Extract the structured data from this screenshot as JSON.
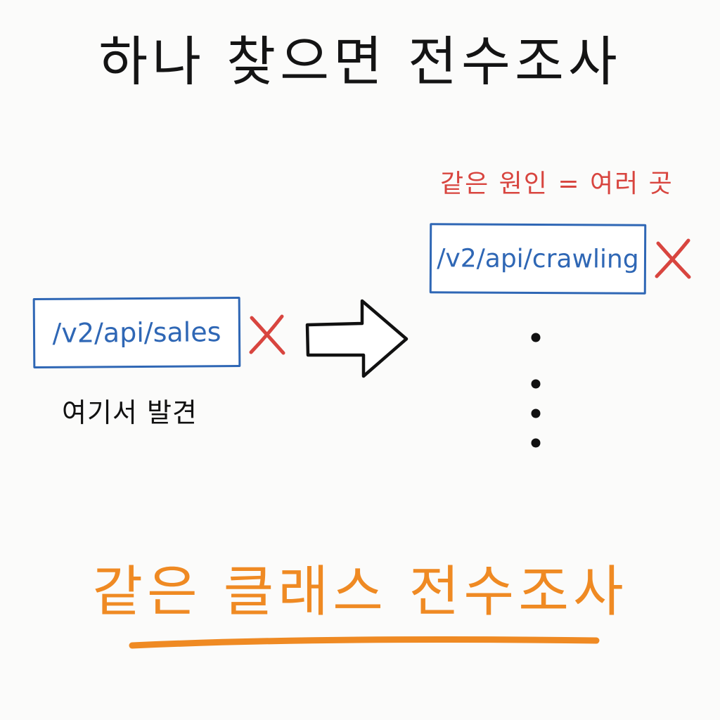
{
  "title": "하나 찾으면 전수조사",
  "left": {
    "endpoint": "/v2/api/sales",
    "note": "여기서 발견"
  },
  "right": {
    "note": "같은 원인 = 여러 곳",
    "endpoint": "/v2/api/crawling"
  },
  "conclusion": "같은 클래스 전수조사",
  "colors": {
    "endpoint": "#2f67b5",
    "error_mark": "#d8453f",
    "note": "#d8453f",
    "conclusion": "#ef8a23",
    "text": "#141414"
  },
  "icons": {
    "error": "x-mark-icon",
    "arrow": "right-arrow-icon",
    "continuation": "vertical-ellipsis-icon"
  }
}
